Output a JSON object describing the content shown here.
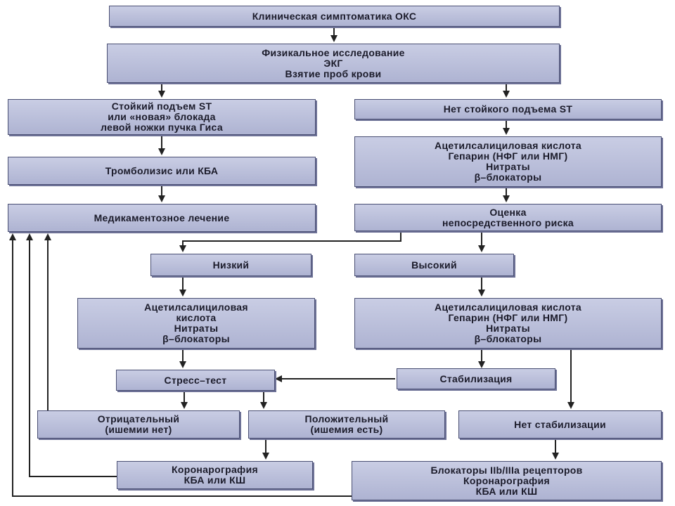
{
  "nodes": {
    "clinical": {
      "lines": [
        "Клиническая симптоматика ОКС"
      ]
    },
    "exam": {
      "lines": [
        "Физикальное исследование",
        "ЭКГ",
        "Взятие проб крови"
      ]
    },
    "st_elev": {
      "lines": [
        "Стойкий подъем ST",
        "или «новая» блокада",
        "левой ножки пучка Гиса"
      ]
    },
    "no_st": {
      "lines": [
        "Нет стойкого подъема ST"
      ]
    },
    "thrombolysis": {
      "lines": [
        "Тромболизис или КБА"
      ]
    },
    "meds_right": {
      "lines": [
        "Ацетилсалициловая кислота",
        "Гепарин (НФГ или НМГ)",
        "Нитраты",
        "β–блокаторы"
      ]
    },
    "drug_therapy": {
      "lines": [
        "Медикаментозное лечение"
      ]
    },
    "risk": {
      "lines": [
        "Оценка",
        "непосредственного риска"
      ]
    },
    "low": {
      "lines": [
        "Низкий"
      ]
    },
    "high": {
      "lines": [
        "Высокий"
      ]
    },
    "meds_low": {
      "lines": [
        "Ацетилсалициловая",
        "кислота",
        "Нитраты",
        "β–блокаторы"
      ]
    },
    "meds_high": {
      "lines": [
        "Ацетилсалициловая кислота",
        "Гепарин (НФГ или НМГ)",
        "Нитраты",
        "β–блокаторы"
      ]
    },
    "stress": {
      "lines": [
        "Стресс–тест"
      ]
    },
    "stabilization": {
      "lines": [
        "Стабилизация"
      ]
    },
    "negative": {
      "lines": [
        "Отрицательный",
        "(ишемии нет)"
      ]
    },
    "positive": {
      "lines": [
        "Положительный",
        "(ишемия есть)"
      ]
    },
    "no_stabilization": {
      "lines": [
        "Нет стабилизации"
      ]
    },
    "coronary_left": {
      "lines": [
        "Коронарография",
        "КБА или КШ"
      ]
    },
    "coronary_right": {
      "lines": [
        "Блокаторы IIb/IIIa рецепторов",
        "Коронарография",
        "КБА или КШ"
      ]
    }
  },
  "colors": {
    "box_top": "#c9cde4",
    "box_bottom": "#aeb3d2",
    "border": "#4a4f73",
    "arrow": "#222222"
  }
}
